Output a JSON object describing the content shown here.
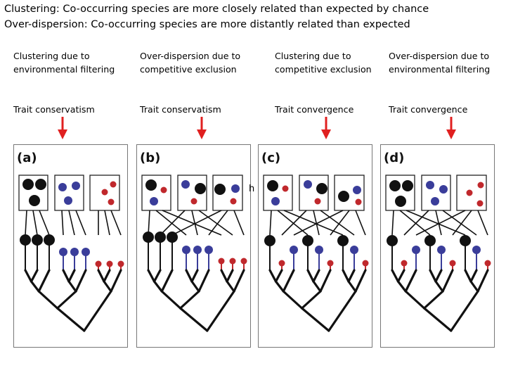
{
  "header": {
    "line1": "Clustering: Co-occurring species are more closely related than expected by chance",
    "line2": "Over-dispersion: Co-occurring species are more distantly related than expected"
  },
  "columns": [
    {
      "heading": "Clustering due to environmental filtering",
      "trait": "Trait conservatism",
      "panel_label": "(a)"
    },
    {
      "heading": "Over-dispersion due to competitive exclusion",
      "trait": "Trait conservatism",
      "panel_label": "(b)"
    },
    {
      "heading": "Clustering due to competitive exclusion",
      "trait": "Trait convergence",
      "panel_label": "(c)"
    },
    {
      "heading": "Over-dispersion due to environmental filtering",
      "trait": "Trait convergence",
      "panel_label": "(d)"
    }
  ],
  "stray_text": "h",
  "colors": {
    "black": "#111111",
    "blue": "#3a3d9a",
    "red": "#c0282c",
    "arrow": "#e02020"
  }
}
